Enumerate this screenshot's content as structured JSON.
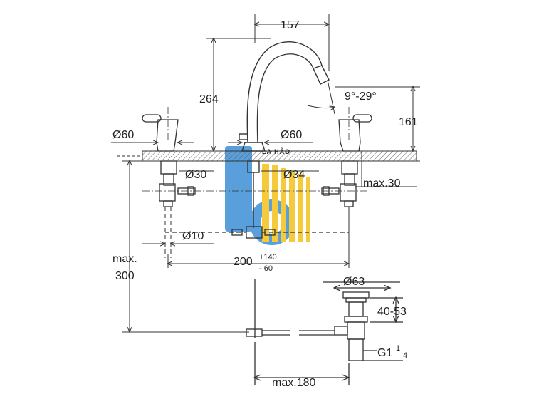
{
  "dimensions": {
    "spout_reach": "157",
    "spout_height": "264",
    "swivel_angle": "9°-29°",
    "handle_height": "161",
    "handle_rosette_left": "Ø60",
    "spout_rosette": "Ø60",
    "hole_left": "Ø30",
    "hole_spout": "Ø34",
    "deck_thickness": "max.30",
    "supply_pipe": "Ø10",
    "center_spread": "200",
    "center_spread_plus": "+140",
    "center_spread_minus": "- 60",
    "depth_label_1": "max.",
    "depth_label_2": "300",
    "drain_flange": "Ø63",
    "drain_range": "40-53",
    "drain_thread": "G1",
    "drain_thread_fraction_num": "1",
    "drain_thread_fraction_den": "4",
    "lift_rod_reach": "max.180"
  },
  "watermark": {
    "text": "LA HẢO",
    "colors": {
      "blue": "#3b8fd6",
      "yellow": "#f4c21a"
    }
  },
  "colors": {
    "line": "#333333",
    "hatch": "#555555"
  }
}
